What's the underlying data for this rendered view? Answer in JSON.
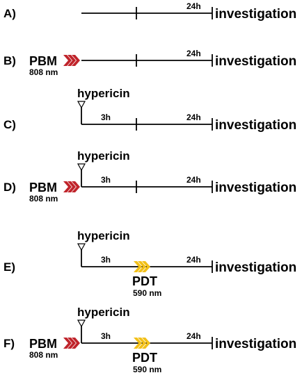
{
  "panels": [
    {
      "label": "A)",
      "end_label": "investigation",
      "interval_after": "24h",
      "interval_before": "",
      "pbm": null,
      "hypericin": null,
      "pdt": null
    },
    {
      "label": "B)",
      "end_label": "investigation",
      "interval_after": "24h",
      "interval_before": "",
      "pbm": {
        "title": "PBM",
        "wavelength": "808 nm",
        "color": "#c0242b"
      },
      "hypericin": null,
      "pdt": null
    },
    {
      "label": "C)",
      "end_label": "investigation",
      "interval_after": "24h",
      "interval_before": "3h",
      "pbm": null,
      "hypericin": "hypericin",
      "pdt": null
    },
    {
      "label": "D)",
      "end_label": "investigation",
      "interval_after": "24h",
      "interval_before": "3h",
      "pbm": {
        "title": "PBM",
        "wavelength": "808 nm",
        "color": "#c0242b"
      },
      "hypericin": "hypericin",
      "pdt": null
    },
    {
      "label": "E)",
      "end_label": "investigation",
      "interval_after": "24h",
      "interval_before": "3h",
      "pbm": null,
      "hypericin": "hypericin",
      "pdt": {
        "title": "PDT",
        "wavelength": "590 nm",
        "color": "#f2c019"
      }
    },
    {
      "label": "F)",
      "end_label": "investigation",
      "interval_after": "24h",
      "interval_before": "3h",
      "pbm": {
        "title": "PBM",
        "wavelength": "808 nm",
        "color": "#c0242b"
      },
      "hypericin": "hypericin",
      "pdt": {
        "title": "PDT",
        "wavelength": "590 nm",
        "color": "#f2c019"
      }
    }
  ]
}
